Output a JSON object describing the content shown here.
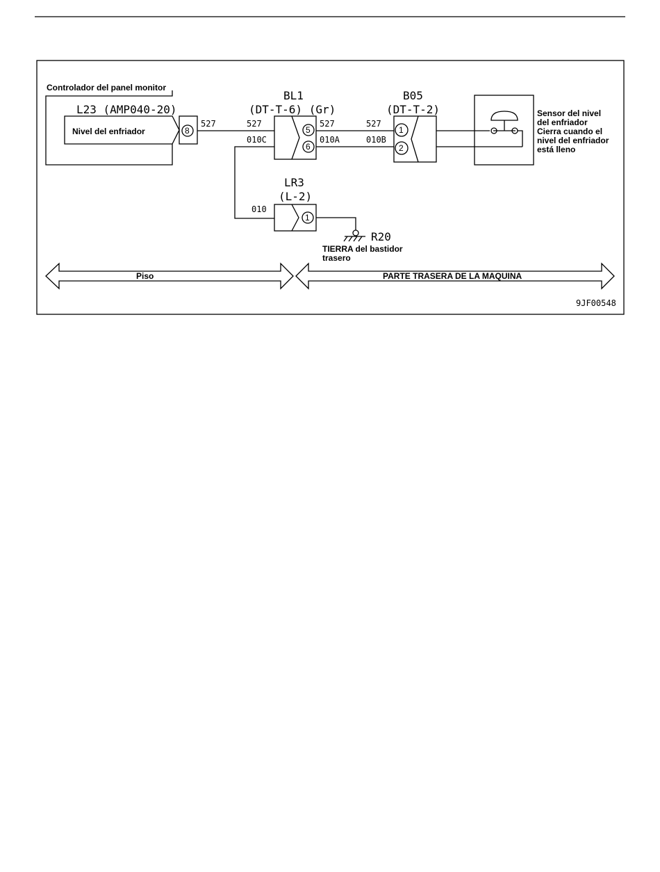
{
  "controller_title": "Controlador del panel monitor",
  "l23": {
    "id": "L23 (AMP040-20)",
    "inner_label": "Nivel del enfriador",
    "pin": "8"
  },
  "bl1": {
    "id": "BL1",
    "type": "(DT-T-6) (Gr)",
    "pin_top": "5",
    "pin_bottom": "6"
  },
  "b05": {
    "id": "B05",
    "type": "(DT-T-2)",
    "pin_top": "1",
    "pin_bottom": "2"
  },
  "lr3": {
    "id": "LR3",
    "type": "(L-2)",
    "pin": "1"
  },
  "wires": {
    "w527_a": "527",
    "w527_b": "527",
    "w527_c": "527",
    "w527_d": "527",
    "w010c": "010C",
    "w010a": "010A",
    "w010b": "010B",
    "w010": "010"
  },
  "ground": {
    "id": "R20",
    "label_line1": "TIERRA del bastidor",
    "label_line2": "trasero"
  },
  "sensor": {
    "line1": "Sensor del nivel",
    "line2": "del enfriador",
    "line3": "Cierra cuando el",
    "line4": "nivel del enfriador",
    "line5": "está lleno"
  },
  "zones": {
    "left": "Piso",
    "right": "PARTE TRASERA DE LA MAQUINA"
  },
  "figure_code": "9JF00548"
}
